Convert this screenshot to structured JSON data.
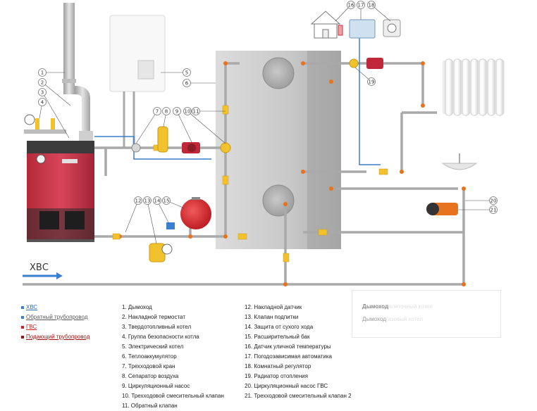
{
  "arrow_label": "ХВС",
  "callout_numbers": [
    "1",
    "2",
    "3",
    "4",
    "5",
    "6",
    "7",
    "8",
    "9",
    "10",
    "11",
    "12",
    "13",
    "14",
    "15",
    "16",
    "17",
    "18",
    "19",
    "20",
    "21"
  ],
  "colors": {
    "hot_pipe": "#e8731f",
    "return_pipe": "#a9a9a9",
    "cold_pipe": "#3b7fd0",
    "connector": "#f2c12e",
    "tank": "#cfcfcf",
    "boiler_red": "#c8384a",
    "expansion_tank": "#d9242b"
  },
  "pipe_legend": [
    {
      "label": "ХВС",
      "style": "blue"
    },
    {
      "label": "Обратный трубопровод",
      "style": "dark"
    },
    {
      "label": "ГВС",
      "style": "red"
    },
    {
      "label": "Подающий трубопровод",
      "style": "darkred"
    }
  ],
  "legend_col1": [
    "1. Дымоход",
    "2. Накладной термостат",
    "3. Твердотопливный котел",
    "4. Группа безопасности котла",
    "5. Электрический котел",
    "6. Теплоаккумулятор",
    "7. Трехходовой кран",
    "8. Сепаратор воздуха",
    "9. Циркуляционный насос",
    "10. Трехходовой смесительный клапан",
    "11. Обратный клапан"
  ],
  "legend_col2": [
    "12. Накладной датчик",
    "13. Клапан подпитки",
    "14. Защита от сухого хода",
    "15. Расширительный бак",
    "16. Датчик уличной температуры",
    "17. Погодозависимая автоматика",
    "18. Комнатный регулятор",
    "19. Радиатор отопления",
    "20. Циркуляционный насос ГВС",
    "21. Трехходовой смесительный клапан 2"
  ],
  "tooltip": {
    "row1_bold": "Дымоход",
    "row1_fade": "плиточный котел",
    "row2_norm": "Дымоход",
    "row2_fade": "газовый котел"
  }
}
